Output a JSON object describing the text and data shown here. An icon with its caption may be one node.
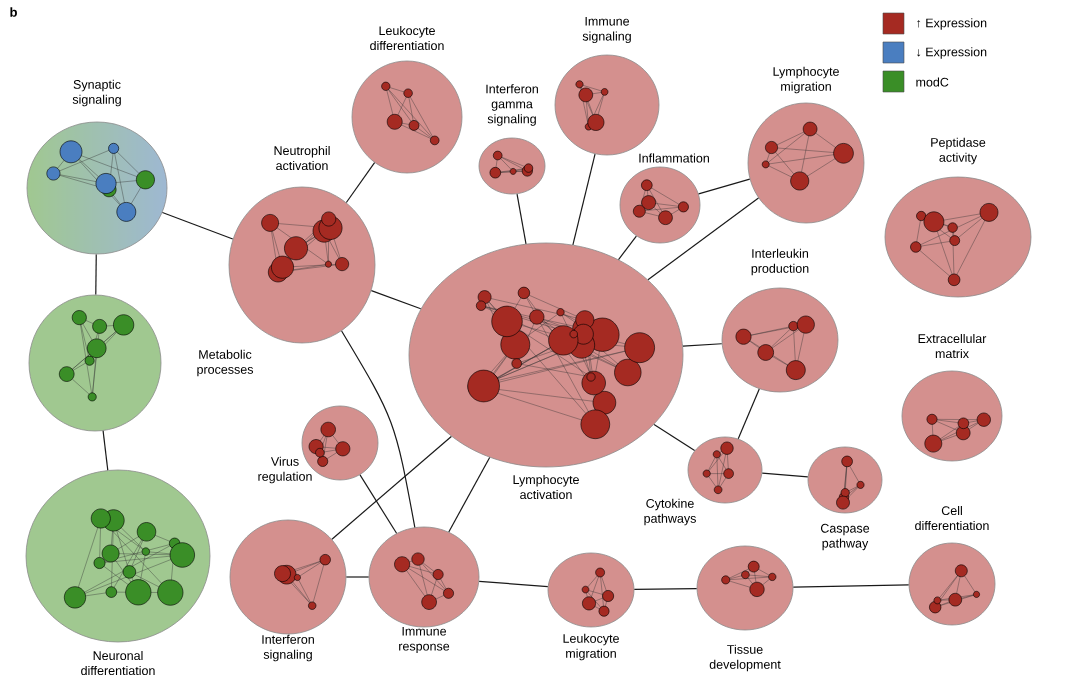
{
  "diagram": {
    "nodes": [
      {
        "text": [
          "Synaptic signaling"
        ]
      },
      {
        "text": [
          "Metabolic processes"
        ]
      },
      {
        "text": [
          "Neuronal differentiation"
        ]
      },
      {
        "text": [
          "Neutrophil activation"
        ]
      },
      {
        "text": [
          "Leukocyte differentiation"
        ]
      },
      {
        "text": [
          "Interferon gamma signaling"
        ]
      },
      {
        "text": [
          "Immune signaling"
        ]
      },
      {
        "text": [
          "Inflammation"
        ]
      },
      {
        "text": [
          "Lymphocyte migration"
        ]
      },
      {
        "text": [
          "Peptidase activity"
        ]
      },
      {
        "text": [
          "Lymphocyte activation"
        ]
      },
      {
        "text": [
          "Interleukin production"
        ]
      },
      {
        "text": [
          "Extracellular matrix"
        ]
      },
      {
        "text": [
          "Cytokine pathways"
        ]
      },
      {
        "text": [
          "Caspase pathway"
        ]
      },
      {
        "text": [
          "Cell differentiation"
        ]
      },
      {
        "text": [
          "Virus regulation"
        ]
      },
      {
        "text": [
          "Interferon signaling"
        ]
      },
      {
        "text": [
          "Immune response"
        ]
      },
      {
        "text": [
          "Leukocyte migration"
        ]
      },
      {
        "text": [
          "Tissue development"
        ]
      }
    ],
    "edges": [
      {
        "from": 0,
        "to": 3,
        "arrow": "none"
      },
      {
        "from": 0,
        "to": 1,
        "arrow": "none"
      },
      {
        "from": 1,
        "to": 2,
        "arrow": "none"
      },
      {
        "from": 3,
        "to": 4,
        "arrow": "none"
      },
      {
        "from": 3,
        "to": 10,
        "arrow": "none"
      },
      {
        "from": 3,
        "to": 18,
        "arrow": "none"
      },
      {
        "from": 5,
        "to": 10,
        "arrow": "none"
      },
      {
        "from": 6,
        "to": 10,
        "arrow": "none"
      },
      {
        "from": 7,
        "to": 10,
        "arrow": "none"
      },
      {
        "from": 7,
        "to": 8,
        "arrow": "none"
      },
      {
        "from": 8,
        "to": 10,
        "arrow": "none"
      },
      {
        "from": 10,
        "to": 11,
        "arrow": "none"
      },
      {
        "from": 10,
        "to": 13,
        "arrow": "none"
      },
      {
        "from": 11,
        "to": 13,
        "arrow": "none"
      },
      {
        "from": 13,
        "to": 14,
        "arrow": "none"
      },
      {
        "from": 10,
        "to": 17,
        "arrow": "none"
      },
      {
        "from": 10,
        "to": 18,
        "arrow": "none"
      },
      {
        "from": 16,
        "to": 18,
        "arrow": "none"
      },
      {
        "from": 17,
        "to": 18,
        "arrow": "none"
      },
      {
        "from": 18,
        "to": 19,
        "arrow": "none"
      },
      {
        "from": 19,
        "to": 20,
        "arrow": "none"
      },
      {
        "from": 20,
        "to": 15,
        "arrow": "none"
      }
    ],
    "labels": [
      "b"
    ],
    "legend": [
      {
        "text": "↑ Expression",
        "color": "#a52a22"
      },
      {
        "text": "↓ Expression",
        "color": "#4a7ec0"
      },
      {
        "text": "modC",
        "color": "#3a8e27"
      }
    ]
  }
}
